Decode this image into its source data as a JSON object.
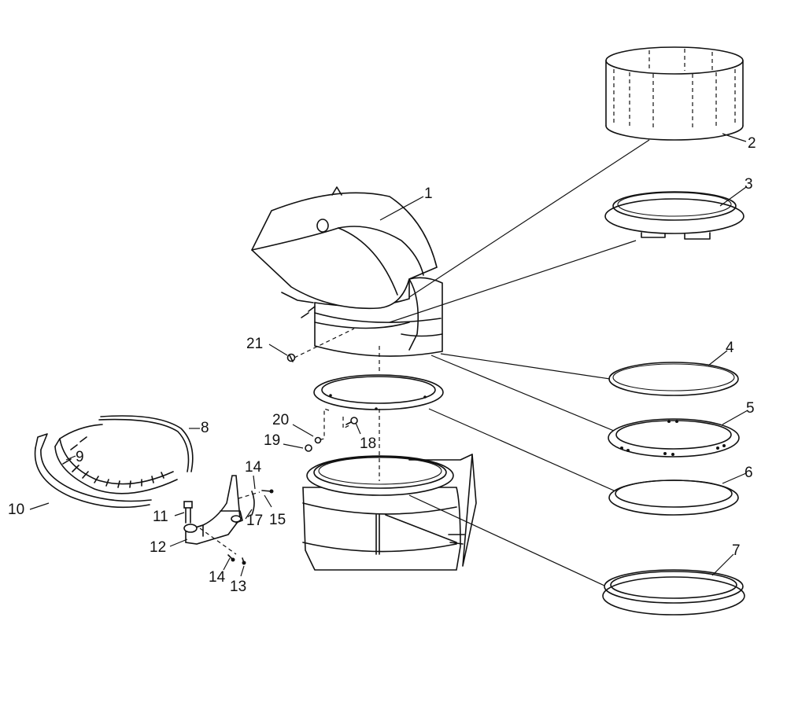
{
  "diagram": {
    "callouts": [
      "1",
      "2",
      "3",
      "4",
      "5",
      "6",
      "7",
      "8",
      "9",
      "10",
      "11",
      "12",
      "13",
      "14",
      "14",
      "15",
      "17",
      "18",
      "19",
      "20",
      "21"
    ]
  }
}
